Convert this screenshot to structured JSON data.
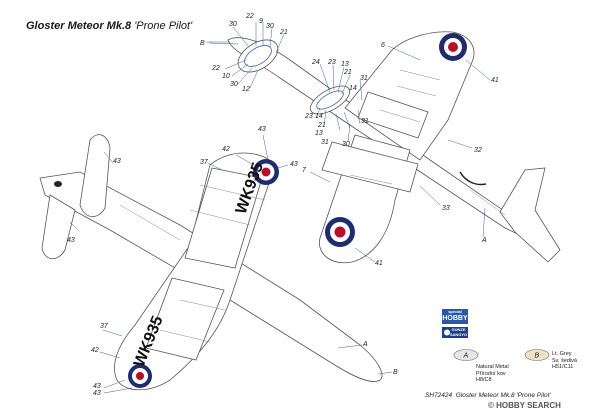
{
  "title": {
    "main": "Gloster Meteor Mk.8",
    "sub": "'Prone Pilot'"
  },
  "registration": {
    "top": "WK935",
    "bottom": "WK935"
  },
  "callouts": {
    "upper": [
      "B",
      "22",
      "9",
      "30",
      "30",
      "21",
      "22",
      "10",
      "30",
      "12",
      "6",
      "41",
      "24",
      "23",
      "13",
      "21",
      "31",
      "14",
      "23",
      "14",
      "21",
      "13",
      "31",
      "30",
      "31",
      "32",
      "7",
      "33",
      "41",
      "A"
    ],
    "lower": [
      "43",
      "43",
      "42",
      "37",
      "43",
      "43",
      "37",
      "42",
      "43",
      "43",
      "A",
      "B"
    ]
  },
  "legend": {
    "a": {
      "letter": "A",
      "lines": [
        "Natural Metal",
        "Přírodní kov",
        "H8/C8"
      ],
      "color": "#e4e6e8"
    },
    "b": {
      "letter": "B",
      "lines": [
        "Lt. Grey",
        "Sv. šedivá",
        "H51/C11"
      ],
      "color": "#f1e1c9"
    }
  },
  "brands": {
    "hobby_top": "special",
    "hobby_main": "HOBBY",
    "gunze_top": "GUNZE",
    "gunze_main": "SANGYO"
  },
  "footer": {
    "code": "SH72424",
    "text": "Gloster Meteor Mk.8 'Prone Pilot'"
  },
  "watermark": "© HOBBY SEARCH",
  "colors": {
    "roundel_blue": "#1f2c6e",
    "roundel_red": "#b3102a",
    "line": "#555555",
    "leader": "#3c5f9e"
  }
}
